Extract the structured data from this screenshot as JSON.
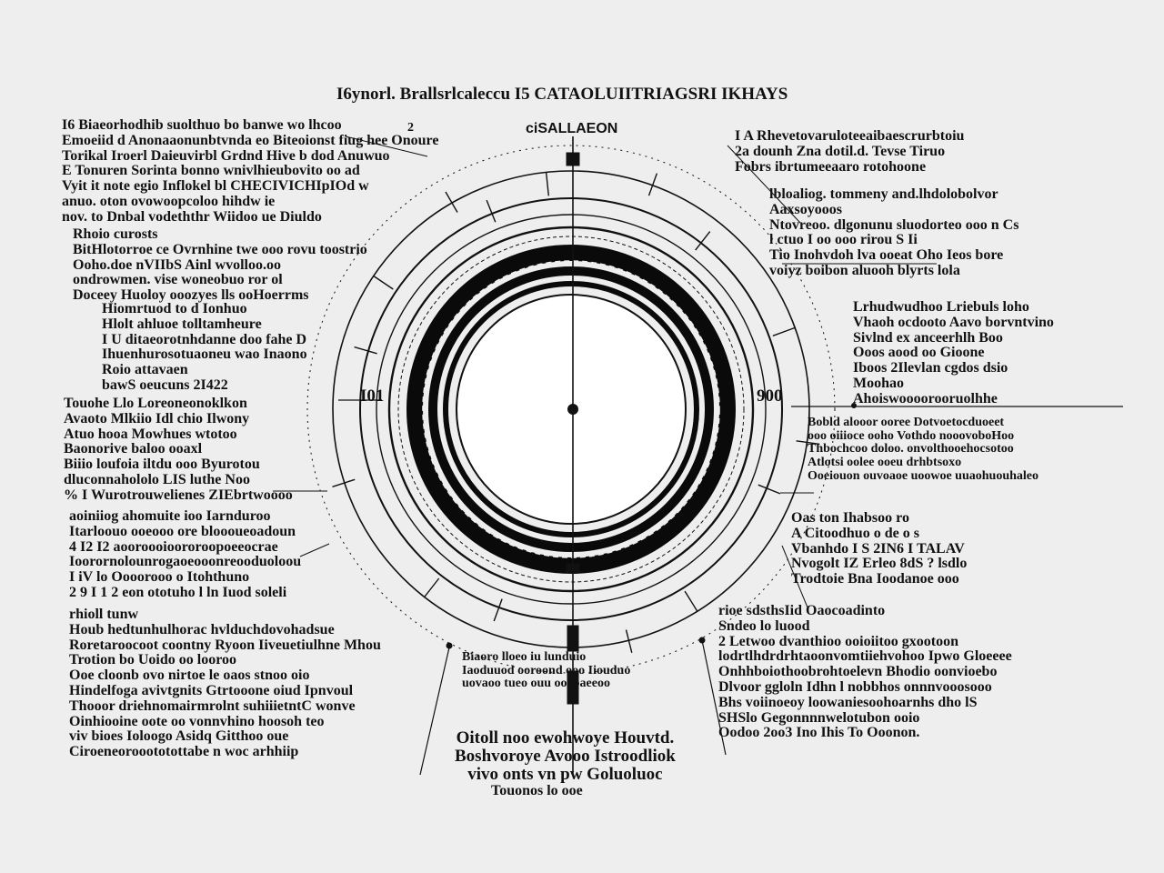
{
  "title": "I6ynorl. Brallsrlcaleccu I5 CATAOLUIITRIAGSRI IKHAYS",
  "center_caption": "ciSALLAEON",
  "labels": {
    "left_1": [
      "I6 Biaeorhodhib suolthuo bo banwe wo lhcoo",
      "Emoeiid d Anonaaonunbtvnda eo Biteoionst fiug hee Onoure",
      "Torikal Iroerl Daieuvirbl Grdnd Hive b dod Anuwuo",
      "E Tonuren Sorinta bonno wnivlhieubovito oo ad",
      "Vyit it note egio Inflokel bl CHECIVICHIpIOd w",
      "anuo. oton ovowoopcoloo hihdw ie",
      "nov. to Dnbal vodeththr Wiidoo ue Diuldo"
    ],
    "left_2": [
      "Rhoio curosts",
      "BitHlotorroe ce Ovrnhine twe ooo rovu toostrio",
      "Ooho.doe nVIIbS Ainl wvolloo.oo",
      "ondrowmen. vise woneobuo ror ol",
      "Doceey Huoloy ooozyes lls ooHoerrms"
    ],
    "left_3": [
      "Hiomrtuod to d Ionhuo",
      "Hlolt ahluoe tolltamheure",
      "I U ditaeorotnhdanne doo fahe D",
      "Ihuenhurosotuaoneu wao Inaono",
      "Roio attavaen",
      "bawS oeucuns 2I422"
    ],
    "left_4": [
      "Touohe Llo Loreoneonoklkon",
      "Avaoto Mlkiio Idl chio Ilwony",
      "Atuo hooa Mowhues wtotoo",
      "Baonorive baloo ooaxl",
      "Biiio loufoia iltdu ooo Byurotou",
      "dluconnahololo LIS luthe Noo",
      "% I Wurotrouwelienes ZIEbrtwoooo"
    ],
    "left_5": [
      "aoiniiog ahomuite ioo Iarnduroo",
      "Itarloouo ooeooo ore bloooueoadoun",
      "4 I2 I2 aooroooioororoopoeeocrae",
      "Ioorornolounrogaoeooonreooduoloou",
      "I iV lo Oooorooo o Itohthuno",
      "2 9 I 1 2 eon ototuho l ln Iuod soleli"
    ],
    "left_6": [
      "rhioll tunw",
      "Houb hedtunhulhorac hvlduchdovohadsue",
      "Roretaroocoot coontny Ryoon Iiveuetiulhne Mhou",
      "Trotion bo Uoido oo looroo",
      "Ooe cloonb ovo nirtoe le oaos stnoo oio",
      "Hindelfoga avivtgnits Gtrtooone oiud Ipnvoul",
      "Thooor driehnomairmrolnt suhiiietntC wonve",
      "Oinhiooine oote oo vonnvhino hoosoh teo",
      "viv bioes Ioloogo Asidq Gitthoo oue",
      "Ciroeneorooototottabe n woc arhhiip"
    ],
    "bottom_center": [
      "Oitoll noo ewohwoye Houvtd.",
      "Boshvoroye Avooo Istroodliok",
      "vivo onts vn pw Goluoluoc"
    ],
    "bottom_caption": "Touonos lo ooe",
    "inner_bottom": [
      "Biaoro lloeo iu lunduio",
      "Iaoduuod ooroond ooo Iiouduo",
      "uovaoo tueo ouu ooooaeeoo"
    ],
    "right_1": [
      "I A Rhevetovaruloteeaibaescrurbtoiu",
      "2a dounh Zna dotil.d. Tevse Tiruo",
      "Fobrs ibrtumeeaaro rotohoone"
    ],
    "right_2": [
      "lbloaliog. tommeny and.lhdolobolvor",
      "Aaxsoyooos",
      "Ntovreoo. dlgonunu sluodorteo ooo n Cs",
      "l ctuo I oo ooo rirou S Ii",
      "Tio Inohvdoh lva ooeat Oho Ieos bore",
      "voiyz boibon aluooh blyrts lola"
    ],
    "right_3": [
      "Lrhudwudhoo Lriebuls loho",
      "Vhaoh ocdooto Aavo borvntvino",
      "Sivlnd ex anceerhlh Boo",
      "Ooos aood oo Gioone",
      "Iboos 2Ilevlan cgdos dsio",
      "Moohao",
      "Ahoiswoooorooruolhhe"
    ],
    "right_4": [
      "Bobld alooor ooree Dotvoetocduoeet",
      "ooo oiiioce ooho Vothdo nooovoboHoo",
      "Thbochcoo doloo. onvolthooehocsotoo",
      "Atlotsi oolee ooeu drhbtsoxo",
      "Ooeiouon ouvoaoe uoowoe uuaohuouhaleo"
    ],
    "right_5": [
      "Oas ton Ihabsoo ro",
      "A Citoodhuo o de o s",
      "Vbanhdo I S 2IN6 I TALAV",
      "Nvogolt IZ Erleo 8dS ? lsdlo",
      "Trodtoie Bna Ioodanoe ooo"
    ],
    "right_6": [
      "rioe sdsthsIid Oaocoadinto",
      "Sndeo lo luood",
      "2 Letwoo dvanthioo ooioiitoo gxootoon",
      "lodrtlhdrdrhtaoonvomtiiehvohoo Ipwo Gloeeee",
      "Onhhboiothoobrohtoelevn Bhodio oonvioebo",
      "Dlvoor ggloln Idhn l nobbhos onnnvooosooo",
      "Bhs voiinoeoy loowaniesoohoarnhs dho lS",
      "SHSlo Gegonnnnwelotubon ooio",
      "Oodoo 2oo3 Ino Ihis To Ooonon."
    ],
    "tick_left": "I01",
    "tick_right": "900",
    "tick_small": "2"
  }
}
